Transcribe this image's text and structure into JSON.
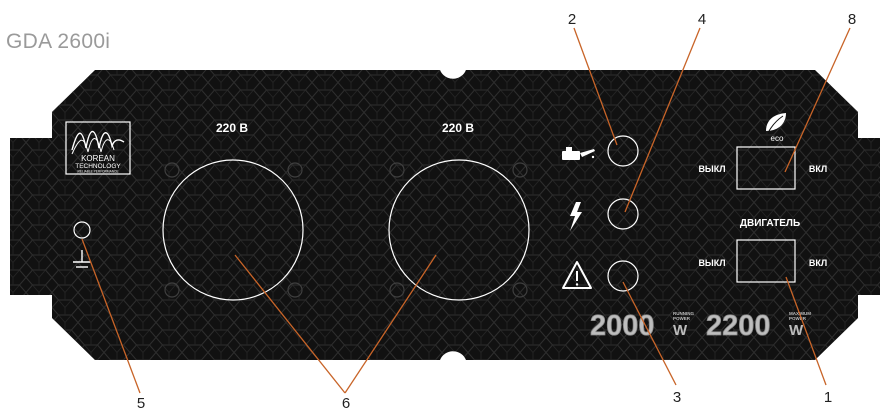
{
  "model": "GDA 2600i",
  "panel": {
    "socket_label_left": "220 В",
    "socket_label_right": "220 В",
    "logo_line1": "KOREAN",
    "logo_line2": "TECHNOLOGY",
    "logo_tagline": "RELIABLE PERFORMANCE",
    "eco_label": "eco",
    "switch_off_label": "ВЫКЛ",
    "switch_on_label": "ВКЛ",
    "engine_label": "ДВИГАТЕЛЬ",
    "running_power_value": "2000",
    "running_power_unit": "W",
    "running_power_caption_1": "RUNNING",
    "running_power_caption_2": "POWER",
    "max_power_value": "2200",
    "max_power_unit": "W",
    "max_power_caption_1": "MAXIMUM",
    "max_power_caption_2": "POWER"
  },
  "callouts": [
    "1",
    "2",
    "3",
    "4",
    "5",
    "6",
    "8"
  ],
  "colors": {
    "panel": "#111111",
    "pattern": "#2e2e2e",
    "text": "#ffffff",
    "power_text": "#bdbdbd",
    "model_text": "#9a9a9a",
    "leader": "#c86428"
  }
}
